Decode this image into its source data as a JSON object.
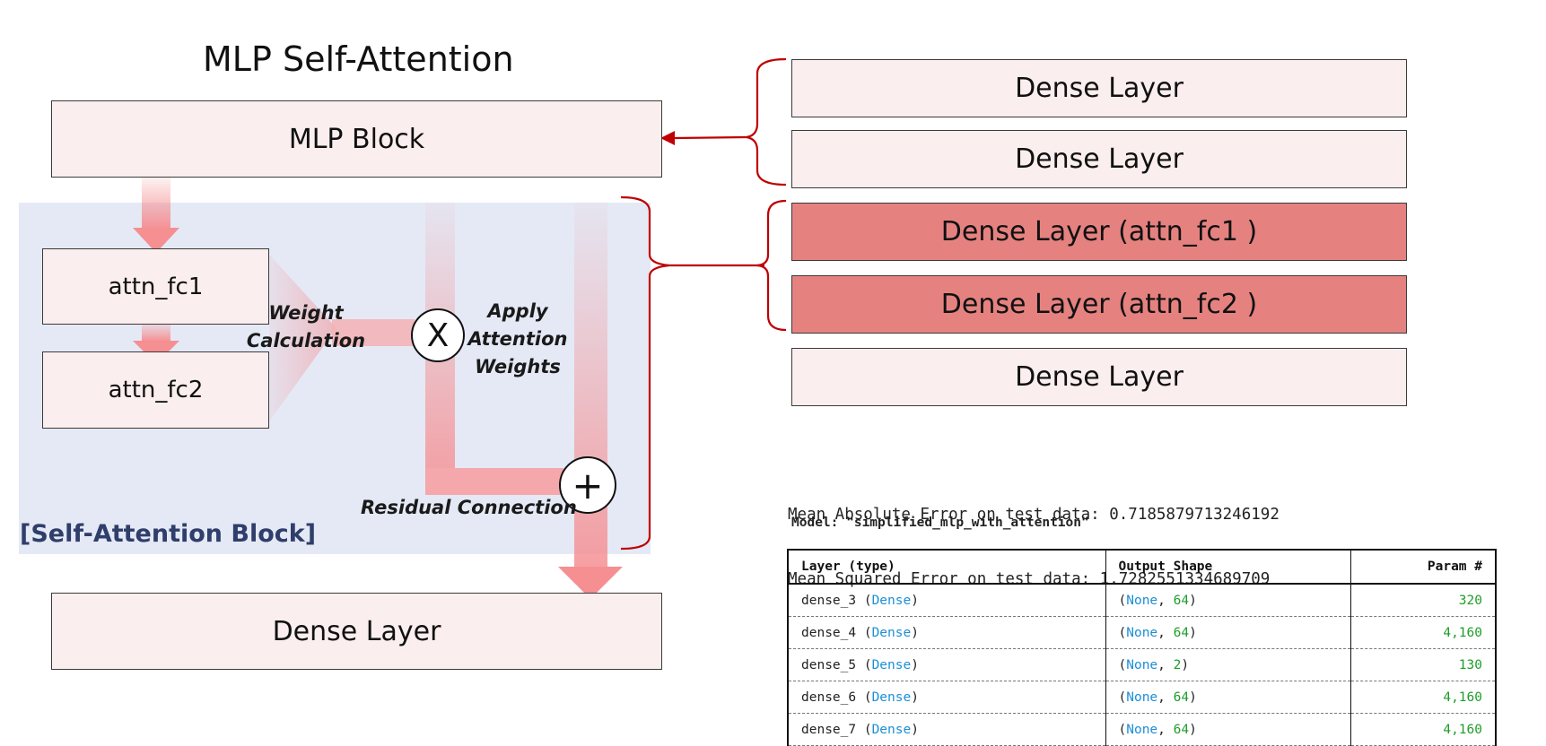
{
  "diagram": {
    "title": "MLP Self-Attention",
    "mlp_block": "MLP Block",
    "attn_fc1": "attn_fc1",
    "attn_fc2": "attn_fc2",
    "weight_calc": [
      "Weight",
      "Calculation"
    ],
    "apply_weights": [
      "Apply",
      "Attention",
      "Weights"
    ],
    "residual": "Residual Connection",
    "multiply_symbol": "X",
    "add_symbol": "+",
    "block_caption": "[Self-Attention Block]",
    "output_layer": "Dense Layer",
    "colors": {
      "box_fill": "#fbeeee",
      "highlight_fill": "#e58280",
      "block_bg": "#e4e9f5",
      "arrow": "#f58f92",
      "bracket": "#c00000"
    }
  },
  "layer_stack": [
    {
      "label": "Dense Layer",
      "highlight": false
    },
    {
      "label": "Dense Layer",
      "highlight": false
    },
    {
      "label": "Dense Layer (attn_fc1 )",
      "highlight": true
    },
    {
      "label": "Dense Layer (attn_fc2 )",
      "highlight": true
    },
    {
      "label": "Dense Layer",
      "highlight": false
    }
  ],
  "metrics": {
    "mae": "Mean Absolute Error on test data: 0.7185879713246192",
    "mse": "Mean Squared Error on test data: 1.7282551334689709"
  },
  "model_name": "Model: \"simplified_mlp_with_attention\"",
  "summary_table": {
    "headers": [
      "Layer (type)",
      "Output Shape",
      "Param #"
    ],
    "rows": [
      {
        "name": "dense_3",
        "type": "Dense",
        "none": "None",
        "units": "64",
        "params": "320"
      },
      {
        "name": "dense_4",
        "type": "Dense",
        "none": "None",
        "units": "64",
        "params": "4,160"
      },
      {
        "name": "dense_5",
        "type": "Dense",
        "none": "None",
        "units": "2",
        "params": "130"
      },
      {
        "name": "dense_6",
        "type": "Dense",
        "none": "None",
        "units": "64",
        "params": "4,160"
      },
      {
        "name": "dense_7",
        "type": "Dense",
        "none": "None",
        "units": "64",
        "params": "4,160"
      }
    ]
  }
}
